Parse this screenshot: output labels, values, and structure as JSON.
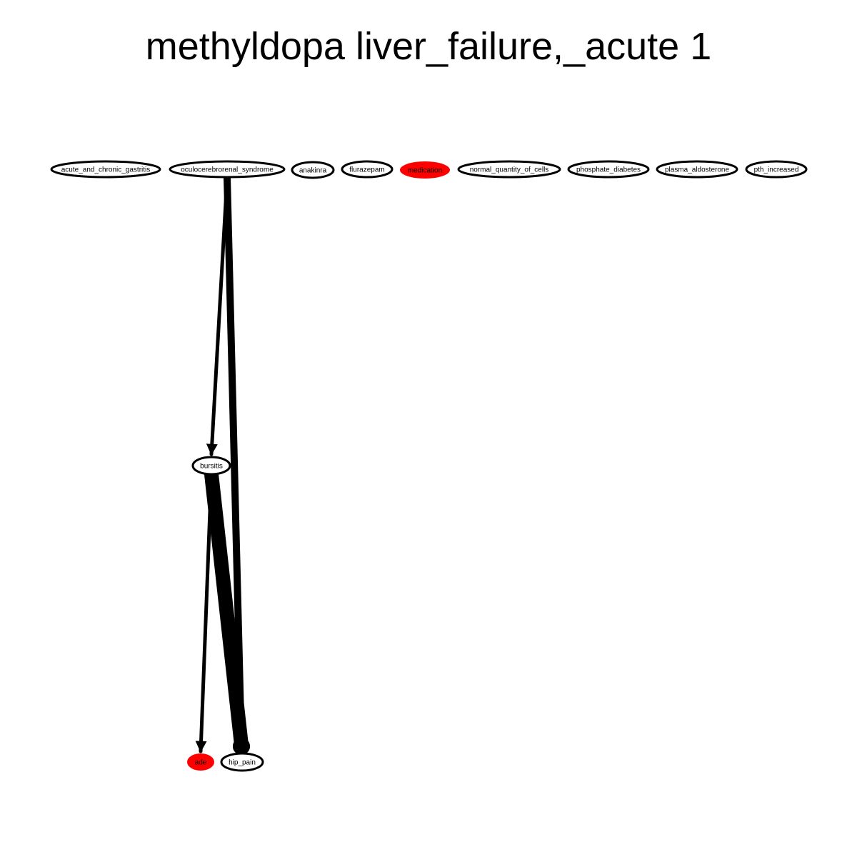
{
  "title": "methyldopa liver_failure,_acute 1",
  "colors": {
    "highlight": "#ff0000",
    "normal": "#ffffff",
    "stroke": "#000000"
  },
  "nodes": [
    {
      "id": "acute_and_chronic_gastritis",
      "label": "acute_and_chronic_gastritis",
      "highlight": false
    },
    {
      "id": "oculocerebrorenal_syndrome",
      "label": "oculocerebrorenal_syndrome",
      "highlight": false
    },
    {
      "id": "anakinra",
      "label": "anakinra",
      "highlight": false
    },
    {
      "id": "flurazepam",
      "label": "flurazepam",
      "highlight": false
    },
    {
      "id": "medication",
      "label": "medication",
      "highlight": true
    },
    {
      "id": "normal_quantity_of_cells",
      "label": "normal_quantity_of_cells",
      "highlight": false
    },
    {
      "id": "phosphate_diabetes",
      "label": "phosphate_diabetes",
      "highlight": false
    },
    {
      "id": "plasma_aldosterone",
      "label": "plasma_aldosterone",
      "highlight": false
    },
    {
      "id": "pth_increased",
      "label": "pth_increased",
      "highlight": false
    },
    {
      "id": "bursitis",
      "label": "bursitis",
      "highlight": false
    },
    {
      "id": "ade",
      "label": "ade",
      "highlight": true
    },
    {
      "id": "hip_pain",
      "label": "hip_pain",
      "highlight": false
    }
  ],
  "edges": [
    {
      "from": "oculocerebrorenal_syndrome",
      "to": "bursitis",
      "weight": 1
    },
    {
      "from": "oculocerebrorenal_syndrome",
      "to": "hip_pain",
      "weight": 2
    },
    {
      "from": "bursitis",
      "to": "ade",
      "weight": 1
    },
    {
      "from": "bursitis",
      "to": "hip_pain",
      "weight": 4
    }
  ]
}
